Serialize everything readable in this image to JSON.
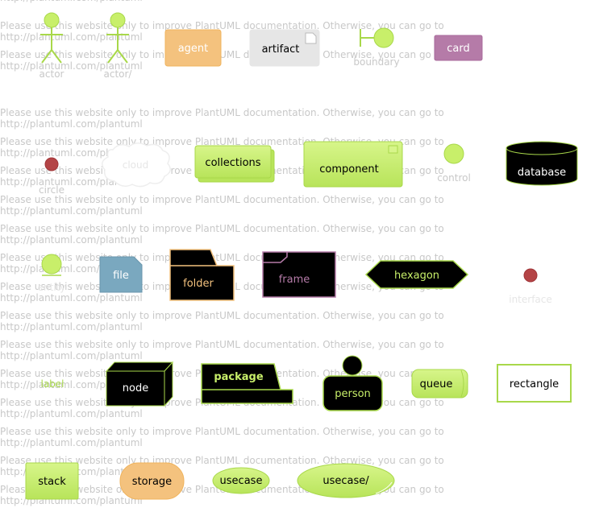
{
  "watermark": {
    "line1": "Please use this website only to improve PlantUML documentation. Otherwise, you can go to",
    "line2": "http://plantuml.com/plantuml"
  },
  "elements": {
    "actor": "actor",
    "actor_slash": "actor/",
    "agent": "agent",
    "artifact": "artifact",
    "boundary": "boundary",
    "card": "card",
    "circle": "circle",
    "cloud": "cloud",
    "collections": "collections",
    "component": "component",
    "control": "control",
    "database": "database",
    "entity": "entity",
    "file": "file",
    "folder": "folder",
    "frame": "frame",
    "hexagon": "hexagon",
    "interface": "interface",
    "label": "label",
    "node": "node",
    "package": "package",
    "person": "person",
    "queue": "queue",
    "rectangle": "rectangle",
    "stack": "stack",
    "storage": "storage",
    "usecase": "usecase",
    "usecase_slash": "usecase/"
  },
  "colors": {
    "green": "#c8ef6a",
    "green_border": "#a8d84a",
    "orange": "#f4c27e",
    "purple": "#b57ba8",
    "gray": "#e6e6e6",
    "red": "#b44446",
    "black": "#000000",
    "steel": "#7aa8bf"
  }
}
